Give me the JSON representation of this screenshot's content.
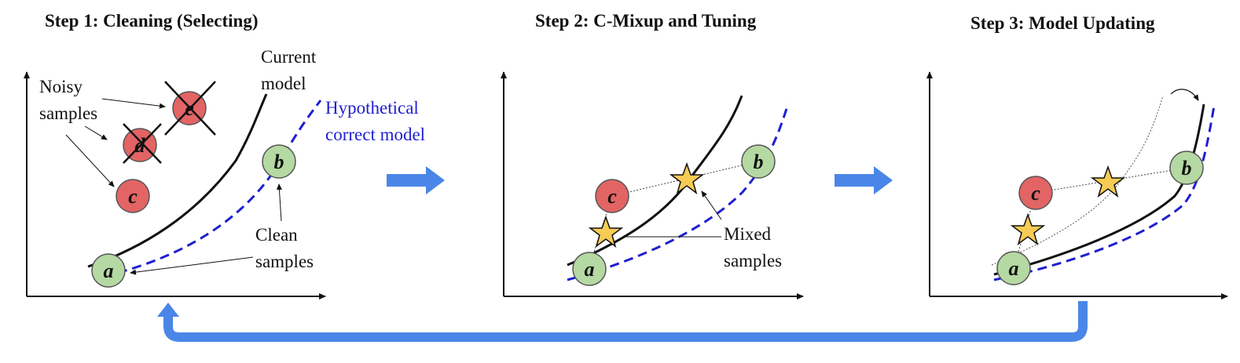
{
  "steps": [
    {
      "title": "Step 1: Cleaning (Selecting)",
      "labels": {
        "current_model": [
          "Current",
          "model"
        ],
        "hypothetical": [
          "Hypothetical",
          "correct model"
        ],
        "noisy": [
          "Noisy",
          "samples"
        ],
        "clean": [
          "Clean",
          "samples"
        ]
      }
    },
    {
      "title": "Step 2: C-Mixup and Tuning",
      "labels": {
        "mixed": [
          "Mixed",
          "samples"
        ]
      }
    },
    {
      "title": "Step 3: Model Updating"
    }
  ],
  "nodes": {
    "a": "a",
    "b": "b",
    "c": "c",
    "d": "d",
    "e": "e"
  },
  "colors": {
    "clean_fill": "#b5d9a3",
    "noisy_fill": "#e36464",
    "star_fill": "#f7cc55",
    "arrow_blue": "#4a86e8",
    "hypothetical_line": "#1f1fd0"
  }
}
